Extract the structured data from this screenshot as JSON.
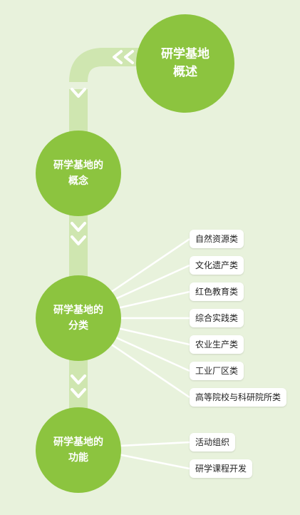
{
  "main_topic": "研学基地\n概述",
  "nodes": [
    {
      "id": "concept",
      "label": "研学基地的\n概念"
    },
    {
      "id": "classification",
      "label": "研学基地的\n分类"
    },
    {
      "id": "function",
      "label": "研学基地的\n功能"
    }
  ],
  "classification_items": [
    "自然资源类",
    "文化遗产类",
    "红色教育类",
    "综合实践类",
    "农业生产类",
    "工业厂区类",
    "高等院校与科研院所类"
  ],
  "function_items": [
    "活动组织",
    "研学课程开发"
  ],
  "colors": {
    "node": "#8cc43f",
    "track": "#cfe6b0",
    "background": "#e8f2dc",
    "tag": "#ffffff"
  }
}
